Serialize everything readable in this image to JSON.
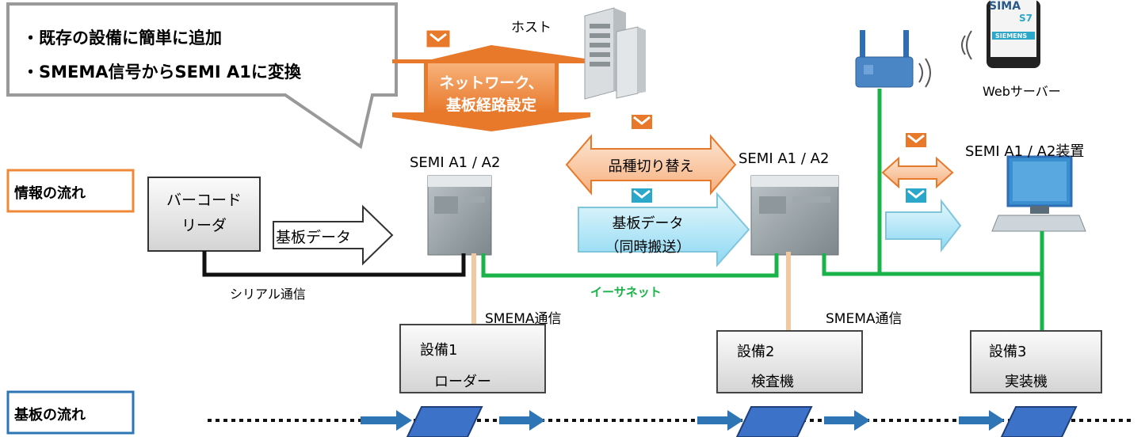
{
  "callout": {
    "line1": "・既存の設備に簡単に追加",
    "line2": "・SMEMA信号からSEMI A1に変換"
  },
  "host_label": "ホスト",
  "network_arrow": {
    "line1": "ネットワーク、",
    "line2": "基板経路設定"
  },
  "web_server_label": "Webサーバー",
  "phone_brand": {
    "top": "SIMA",
    "mid": "S7",
    "logo": "SIEMENS"
  },
  "info_flow_label": "情報の流れ",
  "board_flow_label": "基板の流れ",
  "plc1_label": "SEMI A1 / A2",
  "plc2_label": "SEMI A1 / A2",
  "device_label": "SEMI A1 / A2装置",
  "product_switch_label": "品種切り替え",
  "barcode_reader": {
    "line1": "バーコード",
    "line2": "リーダ"
  },
  "board_data_label": "基板データ",
  "board_data_sync": {
    "line1": "基板データ",
    "line2": "（同時搬送）"
  },
  "serial_label": "シリアル通信",
  "ethernet_label": "イーサネット",
  "smema1_label": "SMEMA通信",
  "smema2_label": "SMEMA通信",
  "equip1": {
    "name": "設備1",
    "role": "ローダー"
  },
  "equip2": {
    "name": "設備2",
    "role": "検査機"
  },
  "equip3": {
    "name": "設備3",
    "role": "実装機"
  },
  "colors": {
    "orange": "#f0883a",
    "blue": "#2e75b6",
    "green": "#1ab34a",
    "cyan": "#9fe0f5"
  }
}
